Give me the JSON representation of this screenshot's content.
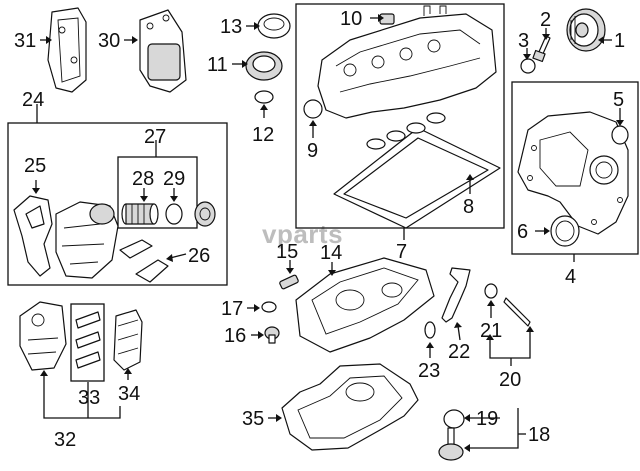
{
  "watermark": "vparts",
  "callouts": {
    "c1": "1",
    "c2": "2",
    "c3": "3",
    "c4": "4",
    "c5": "5",
    "c6": "6",
    "c7": "7",
    "c8": "8",
    "c9": "9",
    "c10": "10",
    "c11": "11",
    "c12": "12",
    "c13": "13",
    "c14": "14",
    "c15": "15",
    "c16": "16",
    "c17": "17",
    "c18": "18",
    "c19": "19",
    "c20": "20",
    "c21": "21",
    "c22": "22",
    "c23": "23",
    "c24": "24",
    "c25": "25",
    "c26": "26",
    "c27": "27",
    "c28": "28",
    "c29": "29",
    "c30": "30",
    "c31": "31",
    "c32": "32",
    "c33": "33",
    "c34": "34",
    "c35": "35"
  }
}
